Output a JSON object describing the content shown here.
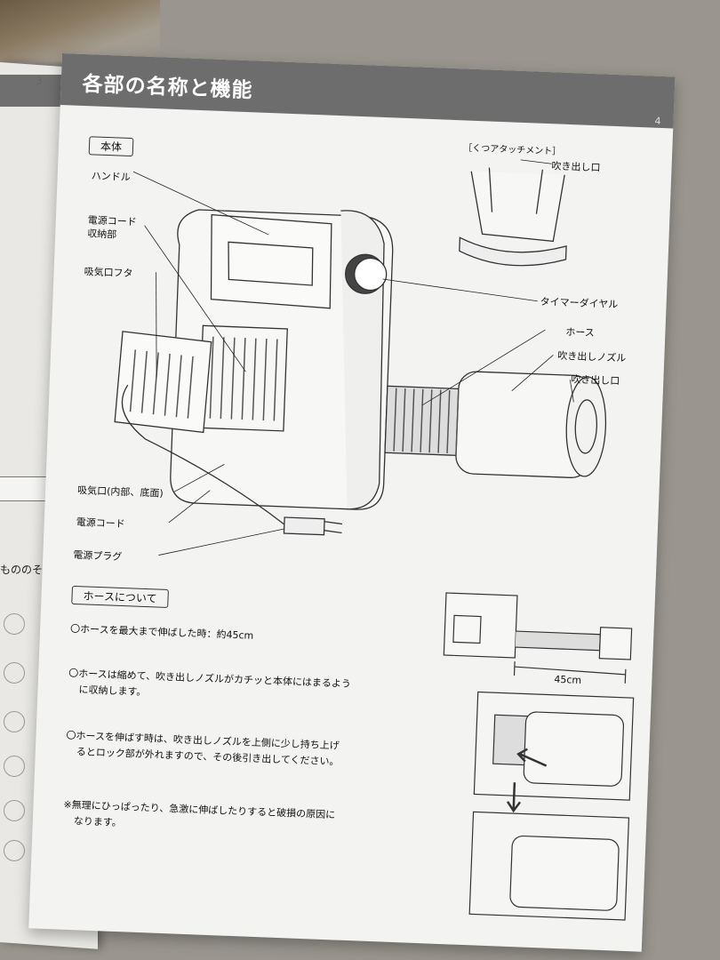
{
  "left_page": {
    "page_number": "3",
    "text_fragment": "もののそば"
  },
  "header": {
    "title": "各部の名称と機能",
    "page_number": "4"
  },
  "main_unit": {
    "section_label": "本体",
    "labels": {
      "handle": "ハンドル",
      "cord_storage_line1": "電源コード",
      "cord_storage_line2": "収納部",
      "intake_cover": "吸気口フタ",
      "intake": "吸気口(内部、底面)",
      "power_cord": "電源コード",
      "power_plug": "電源プラグ",
      "timer_dial": "タイマーダイヤル",
      "hose": "ホース",
      "nozzle": "吹き出しノズル",
      "outlet": "吹き出し口"
    }
  },
  "shoe_attachment": {
    "label": "［くつアタッチメント］",
    "outlet_label": "吹き出し口"
  },
  "hose_section": {
    "section_label": "ホースについて",
    "para1": "〇ホースを最大まで伸ばした時：約45cm",
    "para2_line1": "〇ホースは縮めて、吹き出しノズルがカチッと本体にはまるよう",
    "para2_line2": "に収納します。",
    "para3_line1": "〇ホースを伸ばす時は、吹き出しノズルを上側に少し持ち上げ",
    "para3_line2": "るとロック部が外れますので、その後引き出してください。",
    "note_line1": "※無理にひっぱったり、急激に伸ばしたりすると破損の原因に",
    "note_line2": "なります。",
    "dimension": "45cm"
  }
}
